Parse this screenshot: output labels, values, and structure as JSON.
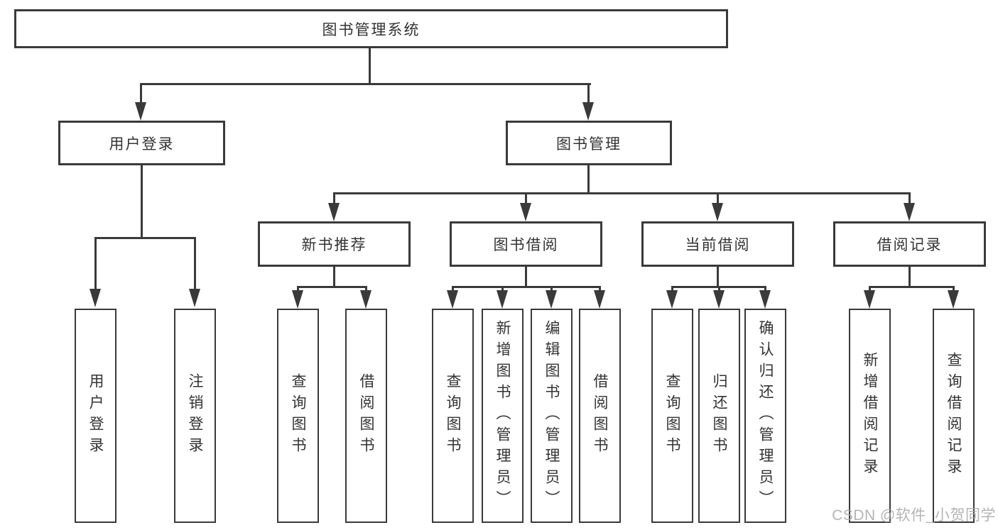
{
  "colors": {
    "line": "#3a3a3a",
    "text": "#333333",
    "watermark": "#a8a8a8"
  },
  "root": {
    "label": "图书管理系统"
  },
  "level2": [
    {
      "label": "用户登录"
    },
    {
      "label": "图书管理"
    }
  ],
  "level3": [
    {
      "parent": "图书管理",
      "label": "新书推荐"
    },
    {
      "parent": "图书管理",
      "label": "图书借阅"
    },
    {
      "parent": "图书管理",
      "label": "当前借阅"
    },
    {
      "parent": "图书管理",
      "label": "借阅记录"
    }
  ],
  "leaves": [
    {
      "parent": "用户登录",
      "label": "用户登录"
    },
    {
      "parent": "用户登录",
      "label": "注销登录"
    },
    {
      "parent": "新书推荐",
      "label": "查询图书"
    },
    {
      "parent": "新书推荐",
      "label": "借阅图书"
    },
    {
      "parent": "图书借阅",
      "label": "查询图书"
    },
    {
      "parent": "图书借阅",
      "label": "新增图书（管理员）"
    },
    {
      "parent": "图书借阅",
      "label": "编辑图书（管理员）"
    },
    {
      "parent": "图书借阅",
      "label": "借阅图书"
    },
    {
      "parent": "当前借阅",
      "label": "查询图书"
    },
    {
      "parent": "当前借阅",
      "label": "归还图书"
    },
    {
      "parent": "当前借阅",
      "label": "确认归还（管理员）"
    },
    {
      "parent": "借阅记录",
      "label": "新增借阅记录"
    },
    {
      "parent": "借阅记录",
      "label": "查询借阅记录"
    }
  ],
  "watermark": {
    "label": "CSDN @软件_小贺同学"
  }
}
